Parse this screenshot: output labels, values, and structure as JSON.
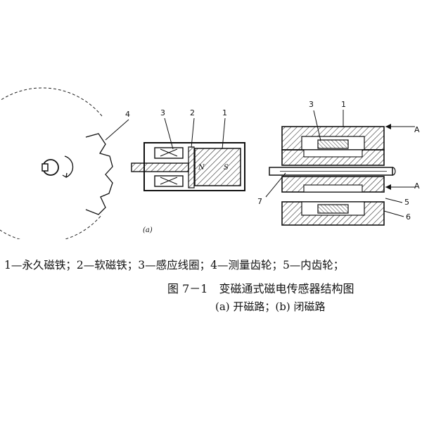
{
  "diagram_a": {
    "labels": {
      "n1": "1",
      "n2": "2",
      "n3": "3",
      "n4": "4"
    },
    "pole_n": "N",
    "pole_s": "S",
    "sub_label": "(a)"
  },
  "diagram_b": {
    "labels": {
      "n1": "1",
      "n3": "3",
      "n5": "5",
      "n6": "6",
      "n7": "7"
    },
    "section_marks": {
      "top": "A",
      "bottom": "A"
    }
  },
  "caption": {
    "legend": "1—永久磁铁；2—软磁铁；3—感应线圈；4—测量齿轮；5—内齿轮；",
    "title": "图 7－1　变磁通式磁电传感器结构图",
    "subtitle": "(a) 开磁路；(b) 闭磁路"
  }
}
